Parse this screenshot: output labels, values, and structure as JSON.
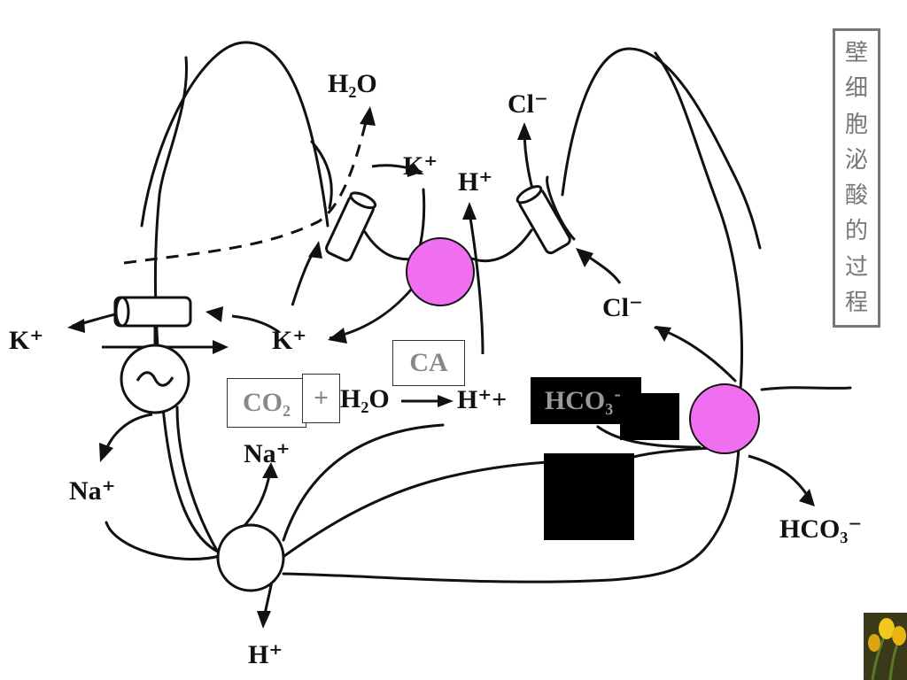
{
  "title_chars": [
    "壁",
    "细",
    "胞",
    "泌",
    "酸",
    "的",
    "过",
    "程"
  ],
  "labels": {
    "h2o_top": "H₂O",
    "cl_top": "Cl⁻",
    "k_top": "K⁺",
    "h_top": "H⁺",
    "k_left_out": "K⁺",
    "k_inner": "K⁺",
    "cl_right": "Cl⁻",
    "na_left": "Na⁺",
    "na_mid": "Na⁺",
    "h_bottom": "H⁺",
    "hco3_right": "HCO₃⁻",
    "ca": "CA",
    "co2": "CO₂",
    "plus1": "+",
    "h2o_eq": "H₂O",
    "h_eq": "H⁺+",
    "hco3_eq": "HCO₃⁻"
  },
  "colors": {
    "pump": "#f06ef0",
    "line": "#111111",
    "title_border": "#777777"
  }
}
